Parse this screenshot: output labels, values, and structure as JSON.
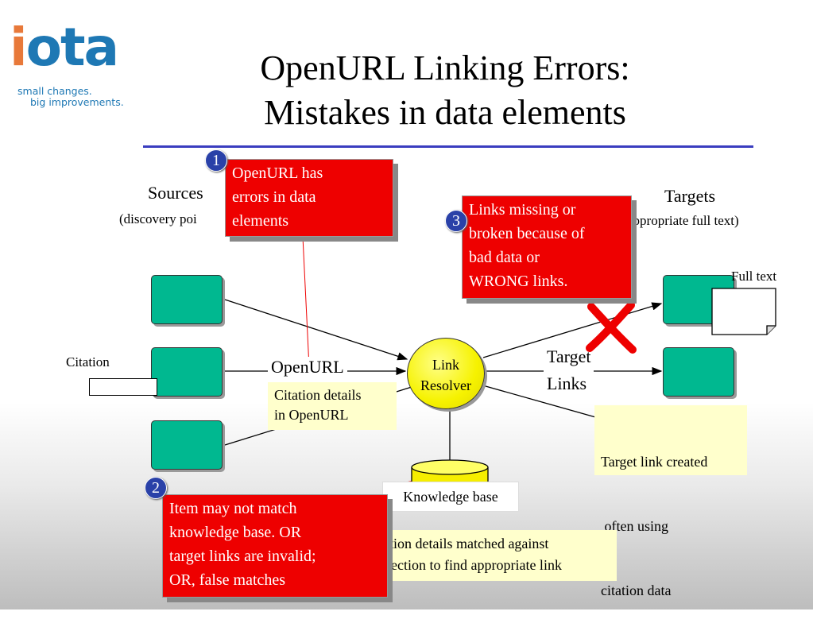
{
  "logo": {
    "wordmark_i": "i",
    "wordmark_rest": "ota",
    "tagline_1": "small changes.",
    "tagline_2": "big improvements.",
    "colors": {
      "blue": "#1e78b4",
      "orange": "#e8793a"
    }
  },
  "title": {
    "line1": "OpenURL Linking Errors:",
    "line2": "Mistakes in data elements"
  },
  "labels": {
    "sources": "Sources",
    "sources_sub": "(discovery poi",
    "targets": "Targets",
    "targets_sub": "appropriate full text)",
    "full_text": "Full text",
    "citation": "Citation",
    "openurl": "OpenURL",
    "target_links_1": "Target",
    "target_links_2": "Links",
    "link_resolver_1": "Link",
    "link_resolver_2": "Resolver",
    "knowledge_base": "Knowledge base"
  },
  "notes": {
    "citation_details": [
      "Citation details",
      "in OpenURL"
    ],
    "target_link_created": [
      "Target link created",
      " often using",
      "citation data"
    ],
    "matched_against": [
      "ation details matched against",
      "llection to find appropriate link"
    ]
  },
  "callouts": [
    {
      "number": "1",
      "lines": [
        "OpenURL has",
        "errors in data",
        "elements"
      ]
    },
    {
      "number": "2",
      "lines": [
        "Item may not match",
        "knowledge base. OR",
        "target links are invalid;",
        "OR, false matches"
      ]
    },
    {
      "number": "3",
      "lines": [
        "Links missing or",
        "broken because of",
        "bad data or",
        "WRONG links."
      ]
    }
  ],
  "colors": {
    "green": "#00b890",
    "red": "#ee0000",
    "yellow_note": "#ffffcc",
    "rule": "#3a3dbf",
    "x_mark": "#ee0000"
  }
}
